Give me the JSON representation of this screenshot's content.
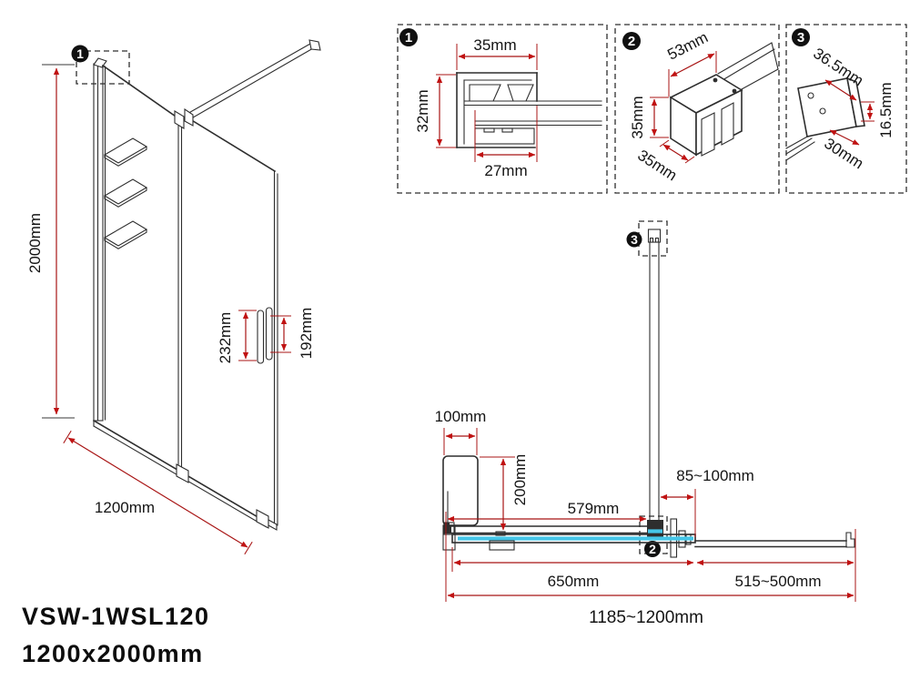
{
  "page": {
    "bg": "#ffffff",
    "accent_red": "#a81414",
    "glass_cyan": "#45c6e8",
    "line_color": "#2e2e2e"
  },
  "title": {
    "model": "VSW-1WSL120",
    "size": "1200x2000mm"
  },
  "front_view": {
    "marker": "1",
    "height": "2000mm",
    "width": "1200mm",
    "handle_front": "232mm",
    "handle_back": "192mm"
  },
  "details": [
    {
      "marker": "1",
      "top": "35mm",
      "side": "32mm",
      "bottom": "27mm"
    },
    {
      "marker": "2",
      "length": "53mm",
      "height": "35mm",
      "depth": "35mm"
    },
    {
      "marker": "3",
      "width": "36.5mm",
      "height": "16.5mm",
      "depth": "30mm"
    }
  ],
  "plan_view": {
    "marker_wall": "3",
    "marker_clamp": "2",
    "entry": "100mm",
    "entry_depth": "200mm",
    "bar_offset": "579mm",
    "wall_gap": "85~100mm",
    "fixed_panel": "650mm",
    "telescopic": "515~500mm",
    "overall": "1185~1200mm"
  }
}
